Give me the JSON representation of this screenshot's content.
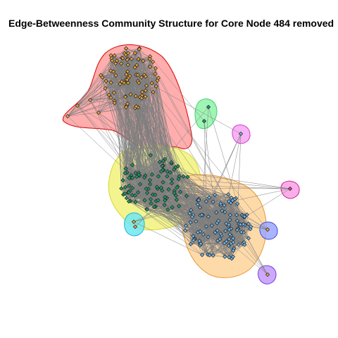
{
  "title": "Edge-Betweenness Community Structure for Core Node 484 removed",
  "colors": {
    "edge": "#7f7f7f",
    "background": "#ffffff"
  },
  "communities": [
    {
      "id": "orange",
      "fill": "#ff9f9f",
      "stroke": "#d40000",
      "node": "#e8a33a"
    },
    {
      "id": "green",
      "fill": "#f2f27a",
      "stroke": "#d6d63a",
      "node": "#1f9a6c"
    },
    {
      "id": "blue",
      "fill": "#ffd39a",
      "stroke": "#e39a35",
      "node": "#6fb6ea"
    },
    {
      "id": "mint",
      "fill": "#8ff2a8",
      "stroke": "#3fd06a",
      "node": "#1f9a6c"
    },
    {
      "id": "magenta",
      "fill": "#f7a6f2",
      "stroke": "#d43fd0",
      "node": "#6fb6ea"
    },
    {
      "id": "pink",
      "fill": "#f7a0e6",
      "stroke": "#d4208f",
      "node": "#e0408a"
    },
    {
      "id": "cyan",
      "fill": "#6fe6f2",
      "stroke": "#1fb6d4",
      "node": "#e8a33a"
    },
    {
      "id": "periwinkle",
      "fill": "#9aa6ff",
      "stroke": "#3f4fd4",
      "node": "#e8a33a"
    },
    {
      "id": "violet",
      "fill": "#c39aff",
      "stroke": "#7a3fd4",
      "node": "#e8a33a"
    }
  ]
}
